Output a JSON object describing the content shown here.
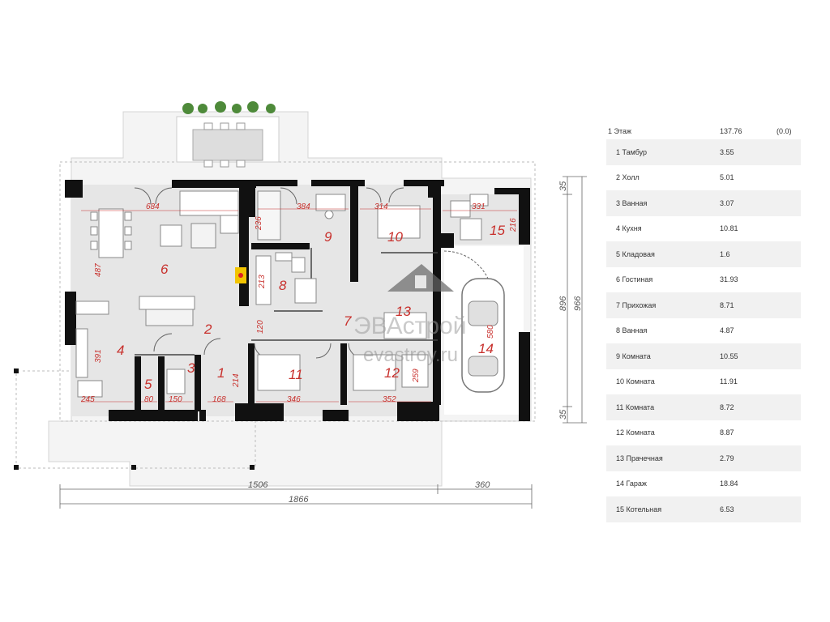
{
  "rooms": [
    {
      "n": "1"
    },
    {
      "n": "2"
    },
    {
      "n": "3"
    },
    {
      "n": "4"
    },
    {
      "n": "5"
    },
    {
      "n": "6"
    },
    {
      "n": "7"
    },
    {
      "n": "8"
    },
    {
      "n": "9"
    },
    {
      "n": "10"
    },
    {
      "n": "11"
    },
    {
      "n": "12"
    },
    {
      "n": "13"
    },
    {
      "n": "14"
    },
    {
      "n": "15"
    }
  ],
  "dims_inner": [
    "684",
    "384",
    "314",
    "331",
    "236",
    "216",
    "487",
    "213",
    "120",
    "391",
    "580",
    "245",
    "80",
    "150",
    "168",
    "214",
    "346",
    "352",
    "259"
  ],
  "dims_outer": {
    "total_width": "1866",
    "house_width": "1506",
    "garage_width": "360",
    "depth_inner": "896",
    "depth_total": "966",
    "top_offset": "35",
    "bottom_offset": "35"
  },
  "watermark": {
    "brand": "ЭВАстрой",
    "site": "evastroy.ru"
  },
  "legend": {
    "floor": {
      "label": "1 Этаж",
      "area": "137.76",
      "extra": "(0.0)"
    },
    "items": [
      {
        "label": "1 Тамбур",
        "area": "3.55"
      },
      {
        "label": "2 Холл",
        "area": "5.01"
      },
      {
        "label": "3 Ванная",
        "area": "3.07"
      },
      {
        "label": "4 Кухня",
        "area": "10.81"
      },
      {
        "label": "5 Кладовая",
        "area": "1.6"
      },
      {
        "label": "6 Гостиная",
        "area": "31.93"
      },
      {
        "label": "7 Прихожая",
        "area": "8.71"
      },
      {
        "label": "8 Ванная",
        "area": "4.87"
      },
      {
        "label": "9 Комната",
        "area": "10.55"
      },
      {
        "label": "10 Комната",
        "area": "11.91"
      },
      {
        "label": "11 Комната",
        "area": "8.72"
      },
      {
        "label": "12 Комната",
        "area": "8.87"
      },
      {
        "label": "13 Прачечная",
        "area": "2.79"
      },
      {
        "label": "14 Гараж",
        "area": "18.84"
      },
      {
        "label": "15 Котельная",
        "area": "6.53"
      }
    ]
  },
  "colors": {
    "wall": "#111111",
    "floor": "#e6e6e6",
    "room_number": "#c8302c",
    "terrace": "#f3f3f3"
  }
}
